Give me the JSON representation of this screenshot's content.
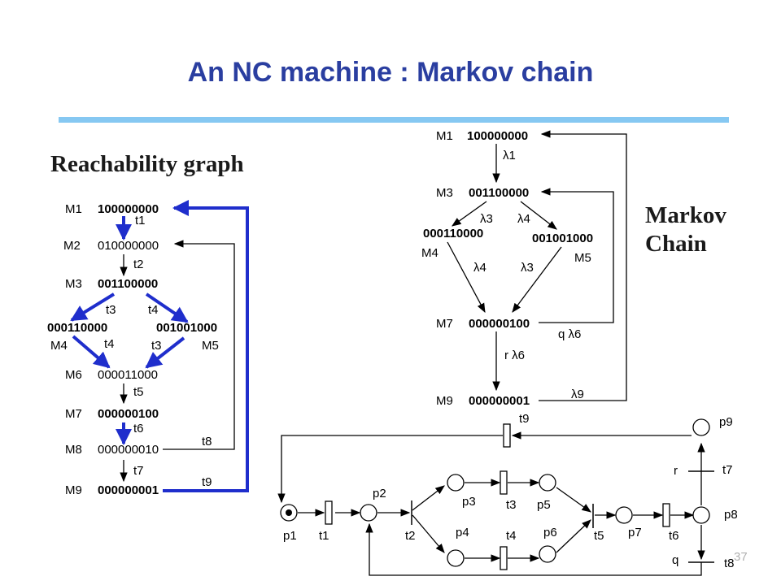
{
  "title": "An NC machine : Markov chain",
  "reachability_heading": "Reachability graph",
  "markov_heading": "Markov Chain",
  "slide_number": "37",
  "reachability_graph": {
    "markings": [
      {
        "name": "M1",
        "code": "100000000"
      },
      {
        "name": "M2",
        "code": "010000000"
      },
      {
        "name": "M3",
        "code": "001100000"
      },
      {
        "name": "M4",
        "code": "000110000"
      },
      {
        "name": "M5",
        "code": "001001000"
      },
      {
        "name": "M6",
        "code": "000011000"
      },
      {
        "name": "M7",
        "code": "000000100"
      },
      {
        "name": "M8",
        "code": "000000010"
      },
      {
        "name": "M9",
        "code": "000000001"
      }
    ],
    "transitions": [
      "t1",
      "t2",
      "t3",
      "t4",
      "t4",
      "t3",
      "t5",
      "t6",
      "t7",
      "t8",
      "t9"
    ]
  },
  "markov_chain": {
    "states": [
      {
        "name": "M1",
        "code": "100000000"
      },
      {
        "name": "M3",
        "code": "001100000"
      },
      {
        "name": "M4",
        "code": "000110000"
      },
      {
        "name": "M5",
        "code": "001001000"
      },
      {
        "name": "M7",
        "code": "000000100"
      },
      {
        "name": "M9",
        "code": "000000001"
      }
    ],
    "rates": [
      "λ1",
      "λ3",
      "λ4",
      "λ4",
      "λ3",
      "q λ6",
      "r λ6",
      "λ9"
    ]
  },
  "petri_net": {
    "places": [
      "p1",
      "p2",
      "p3",
      "p4",
      "p5",
      "p6",
      "p7",
      "p8",
      "p9"
    ],
    "transitions": [
      "t1",
      "t2",
      "t3",
      "t4",
      "t5",
      "t6",
      "t7",
      "t8",
      "t9"
    ],
    "probabilities": [
      "r",
      "q"
    ]
  },
  "colors": {
    "title": "#2a3ea0",
    "rule": "#86c8f2",
    "highlight": "#1f2ecc"
  }
}
